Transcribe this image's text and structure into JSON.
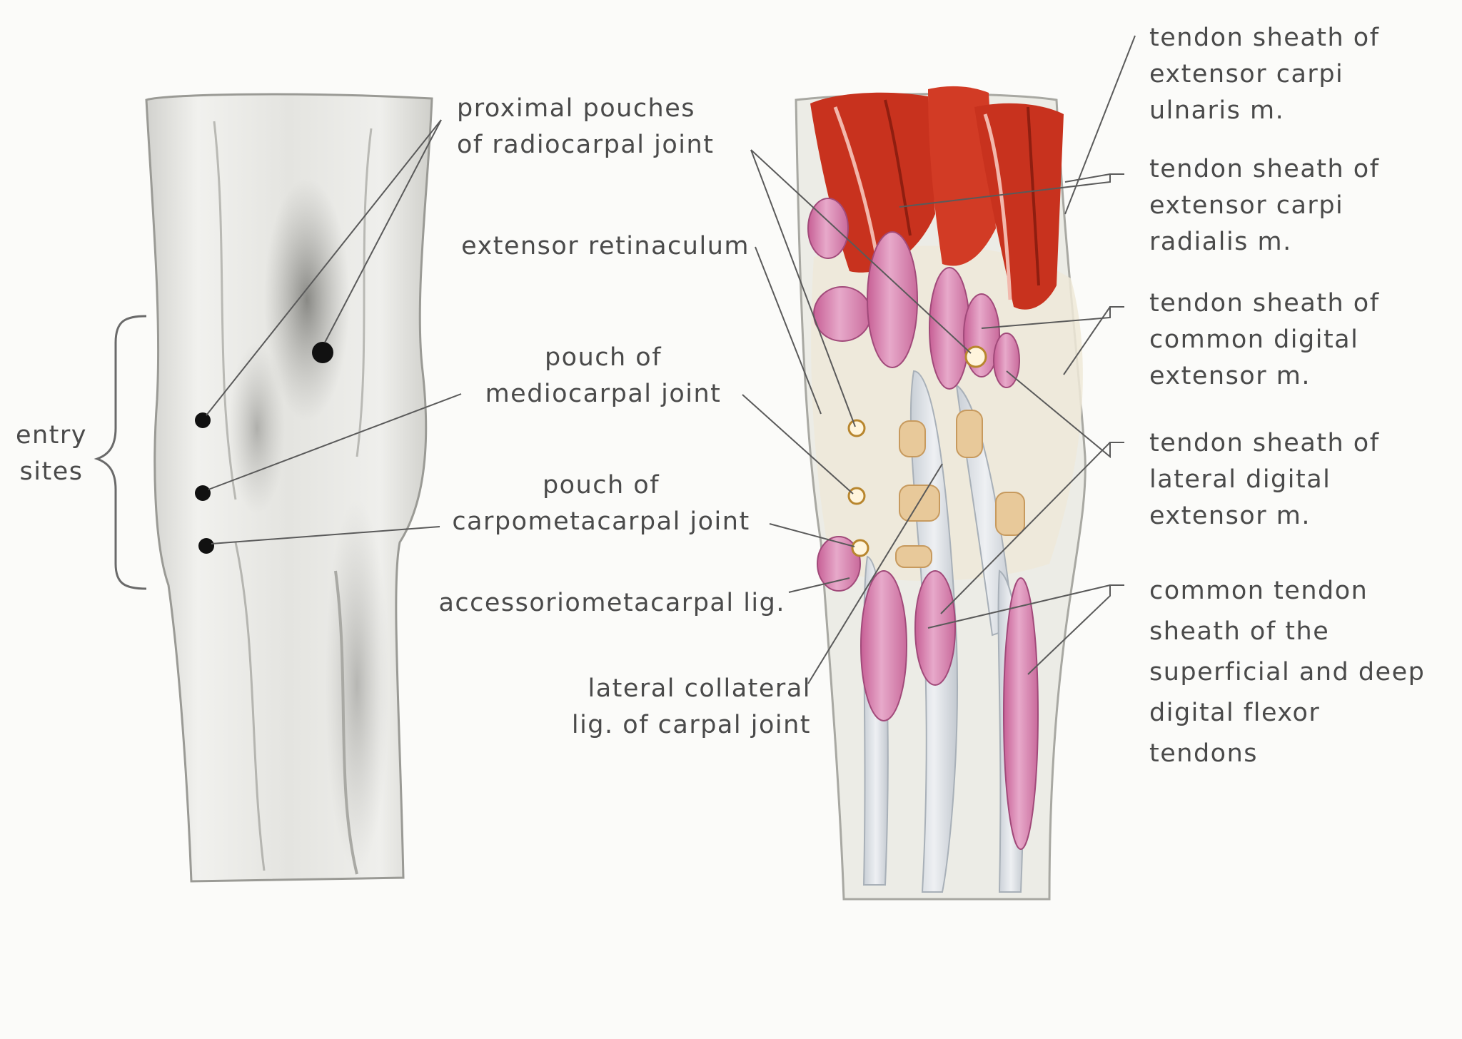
{
  "colors": {
    "background": "#fbfbf9",
    "label_text": "#4a4a4a",
    "leader_lines": "#5a5a5a",
    "muscle": "#c8321e",
    "synovial_pouch": "#d98fb5",
    "tendon": "#dfe3e8",
    "carpal_bone": "#e8c99a",
    "entry_marker": "#111111"
  },
  "labels": {
    "entry_sites": [
      "entry",
      "sites"
    ],
    "proximal_pouches": [
      "proximal pouches",
      "of radiocarpal joint"
    ],
    "extensor_retinaculum": [
      "extensor retinaculum"
    ],
    "pouch_mediocarpal": [
      "pouch of",
      "mediocarpal joint"
    ],
    "pouch_carpometacarpal": [
      "pouch of",
      "carpometacarpal joint"
    ],
    "accessoriometacarpal": [
      "accessoriometacarpal lig."
    ],
    "lateral_collateral": [
      "lateral collateral",
      "lig. of carpal joint"
    ],
    "ts_ext_carpi_ulnaris": [
      "tendon sheath of",
      "extensor carpi",
      "ulnaris m."
    ],
    "ts_ext_carpi_radialis": [
      "tendon sheath of",
      "extensor carpi",
      "radialis m."
    ],
    "ts_common_digital": [
      "tendon sheath of",
      "common digital",
      "extensor m."
    ],
    "ts_lateral_digital": [
      "tendon sheath of",
      "lateral digital",
      "extensor m."
    ],
    "common_flexor_sheath": [
      "common tendon",
      "sheath of the",
      "superficial and deep",
      "digital flexor",
      "tendons"
    ]
  },
  "icons": {
    "left_figure": "surface-view-of-carpus",
    "right_figure": "anatomical-dissection-of-carpus",
    "entry_marker": "entry-site-dot-icon",
    "bracket": "curly-brace"
  }
}
